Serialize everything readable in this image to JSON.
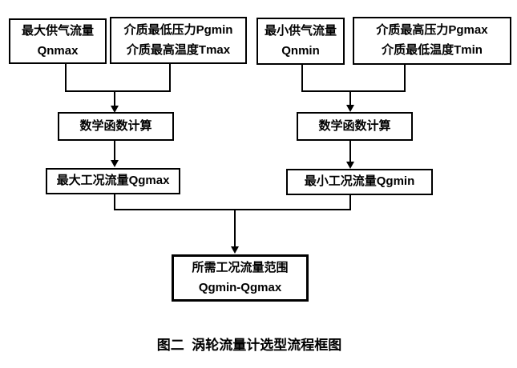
{
  "diagram": {
    "title": "涡轮流量计选型流程框图",
    "caption": "图二  涡轮流量计选型流程框图",
    "nodes": {
      "max_supply_flow": {
        "label": "最大供气流量\nQnmax"
      },
      "medium_min_press_max_temp": {
        "label": "介质最低压力Pgmin\n介质最高温度Tmax"
      },
      "min_supply_flow": {
        "label": "最小供气流量\nQnmin"
      },
      "medium_max_press_min_temp": {
        "label": "介质最高压力Pgmax\n介质最低温度Tmin"
      },
      "math_calc_left": {
        "label": "数学函数计算"
      },
      "math_calc_right": {
        "label": "数学函数计算"
      },
      "max_working_flow": {
        "label": "最大工况流量Qgmax"
      },
      "min_working_flow": {
        "label": "最小工况流量Qgmin"
      },
      "required_flow_range": {
        "label": "所需工况流量范围\nQgmin-Qgmax"
      }
    },
    "colors": {
      "line": "#000000",
      "text": "#000000",
      "background": "#ffffff"
    }
  }
}
